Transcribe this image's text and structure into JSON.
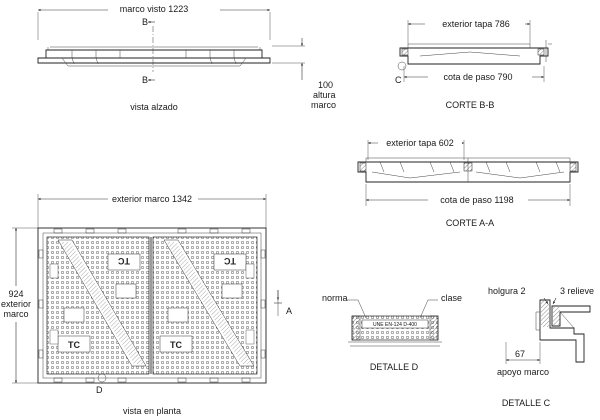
{
  "elevation_view": {
    "dim_visible_frame": "marco visto  1223",
    "section_mark": "B",
    "height_value": "100",
    "height_label_1": "altura",
    "height_label_2": "marco",
    "caption": "vista alzado"
  },
  "section_bb": {
    "dim_cover_exterior": "exterior tapa  786",
    "dim_clear_opening": "cota de paso  790",
    "detail_mark": "C",
    "caption": "CORTE B-B"
  },
  "section_aa": {
    "dim_cover_exterior": "exterior tapa  602",
    "dim_clear_opening": "cota de paso  1198",
    "caption": "CORTE A-A"
  },
  "plan_view": {
    "dim_frame_width": "exterior marco  1342",
    "dim_frame_height_value": "924",
    "dim_frame_height_label_1": "exterior",
    "dim_frame_height_label_2": "marco",
    "marking": "TC",
    "section_mark_a": "A",
    "section_mark_d": "D",
    "caption": "vista en planta"
  },
  "detail_d": {
    "label_standard": "norma",
    "label_class": "clase",
    "stamp_text": "UNE EN-124 D-400",
    "caption": "DETALLE D"
  },
  "detail_c": {
    "label_clearance": "holgura  2",
    "label_relief": "3  relieve",
    "dim_frame_support": "67",
    "label_frame_support": "apoyo marco",
    "caption": "DETALLE C"
  }
}
